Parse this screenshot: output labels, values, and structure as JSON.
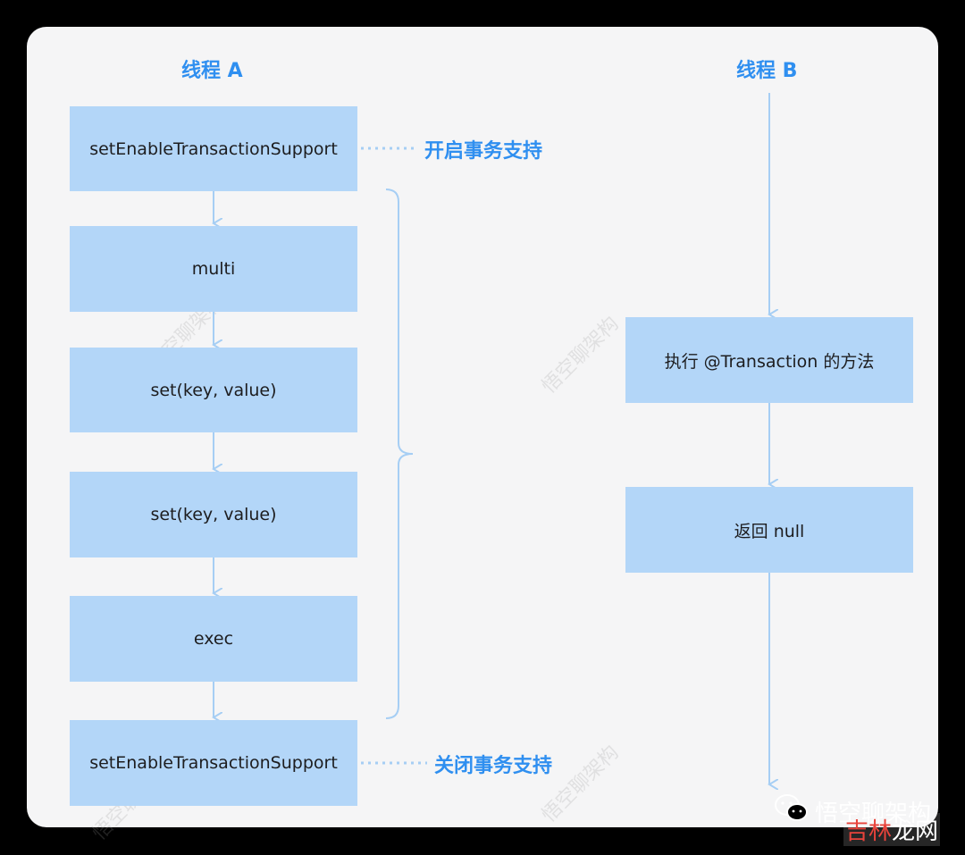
{
  "thread_a": {
    "title": "线程 A",
    "steps": [
      "setEnableTransactionSupport",
      "multi",
      "set(key, value)",
      "set(key, value)",
      "exec",
      "setEnableTransactionSupport"
    ],
    "open_note": "开启事务支持",
    "close_note": "关闭事务支持"
  },
  "thread_b": {
    "title": "线程 B",
    "steps": [
      "执行 @Transaction 的方法",
      "返回 null"
    ]
  },
  "watermark": "悟空聊架构",
  "footer": {
    "name": "悟空聊架构",
    "source_a": "吉林",
    "source_b": "龙网"
  },
  "colors": {
    "box_fill": "#b3d6f8",
    "accent_text": "#2f8ff0",
    "connector": "#a6cef4"
  }
}
